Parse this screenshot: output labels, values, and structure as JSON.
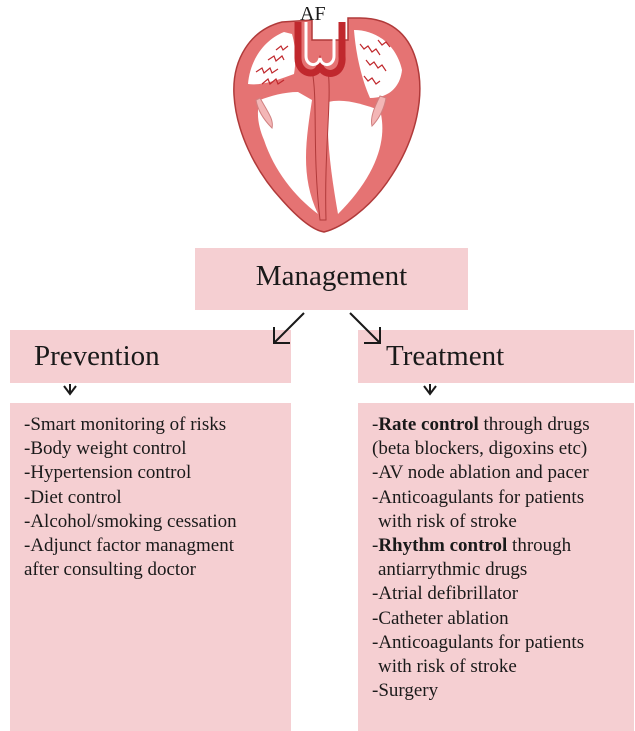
{
  "heart": {
    "label": "AF",
    "colors": {
      "myocardium": "#e57373",
      "outline": "#b03a3a",
      "vessel": "#c0282d",
      "chamber": "#ffffff",
      "signal": "#c0282d"
    }
  },
  "management": {
    "title": "Management"
  },
  "prevention": {
    "title": "Prevention",
    "items": [
      "-Smart monitoring of risks",
      "-Body weight control",
      "-Hypertension control",
      "-Diet control",
      "-Alcohol/smoking cessation",
      "-Adjunct factor managment",
      "after consulting doctor"
    ]
  },
  "treatment": {
    "title": "Treatment",
    "items": [
      {
        "bold": "Rate control",
        "text": " through drugs"
      },
      "(beta blockers, digoxins etc)",
      "-AV node ablation and pacer",
      "-Anticoagulants for patients",
      " with risk of stroke",
      {
        "bold": "Rhythm control",
        "text": " through"
      },
      " antiarrythmic drugs",
      "-Atrial defibrillator",
      "-Catheter ablation",
      "-Anticoagulants for patients",
      " with risk of stroke",
      "-Surgery"
    ]
  },
  "colors": {
    "box_fill": "#f5cfd2",
    "text": "#1a1a1a",
    "arrow": "#1a1a1a"
  }
}
